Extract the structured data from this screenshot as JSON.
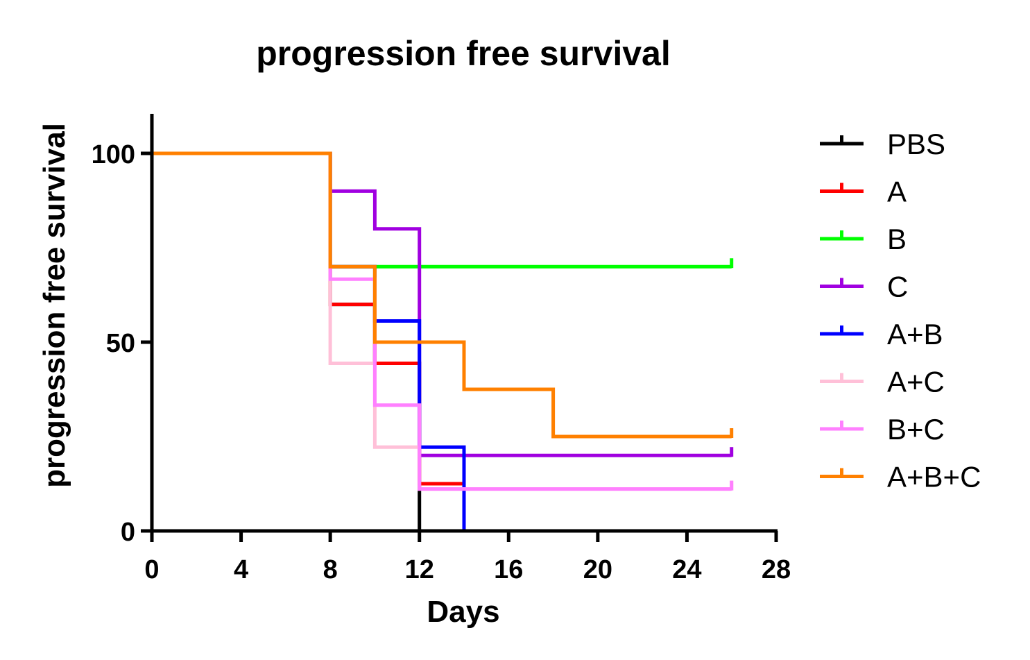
{
  "chart_data": {
    "type": "line",
    "subtype": "kaplan-meier step",
    "title": "progression free survival",
    "xlabel": "Days",
    "ylabel": "progression free survival",
    "xlim": [
      0,
      28
    ],
    "ylim": [
      0,
      110
    ],
    "x_ticks": [
      0,
      4,
      8,
      12,
      16,
      20,
      24,
      28
    ],
    "y_ticks": [
      0,
      50,
      100
    ],
    "legend_position": "right",
    "grid": false,
    "series": [
      {
        "name": "PBS",
        "color": "#000000",
        "points": [
          [
            0,
            100
          ],
          [
            8,
            100
          ],
          [
            8,
            60
          ],
          [
            10,
            60
          ],
          [
            10,
            44.4
          ],
          [
            12,
            44.4
          ],
          [
            12,
            0
          ]
        ],
        "censored": []
      },
      {
        "name": "A",
        "color": "#ff0000",
        "points": [
          [
            0,
            100
          ],
          [
            8,
            100
          ],
          [
            8,
            60
          ],
          [
            10,
            60
          ],
          [
            10,
            44.4
          ],
          [
            12,
            44.4
          ],
          [
            12,
            12.5
          ],
          [
            14,
            12.5
          ],
          [
            14,
            0
          ]
        ],
        "censored": []
      },
      {
        "name": "B",
        "color": "#00ff00",
        "points": [
          [
            0,
            100
          ],
          [
            8,
            100
          ],
          [
            8,
            70
          ],
          [
            26,
            70
          ]
        ],
        "censored": [
          [
            26,
            70
          ]
        ]
      },
      {
        "name": "C",
        "color": "#a000e0",
        "points": [
          [
            0,
            100
          ],
          [
            8,
            100
          ],
          [
            8,
            90
          ],
          [
            10,
            90
          ],
          [
            10,
            80
          ],
          [
            12,
            80
          ],
          [
            12,
            20
          ],
          [
            26,
            20
          ]
        ],
        "censored": [
          [
            26,
            20
          ]
        ]
      },
      {
        "name": "A+B",
        "color": "#0000ff",
        "points": [
          [
            0,
            100
          ],
          [
            8,
            100
          ],
          [
            8,
            70
          ],
          [
            10,
            70
          ],
          [
            10,
            55.6
          ],
          [
            12,
            55.6
          ],
          [
            12,
            22.2
          ],
          [
            14,
            22.2
          ],
          [
            14,
            0
          ]
        ],
        "censored": []
      },
      {
        "name": "A+C",
        "color": "#ffc0d8",
        "points": [
          [
            0,
            100
          ],
          [
            8,
            100
          ],
          [
            8,
            44.4
          ],
          [
            10,
            44.4
          ],
          [
            10,
            22.2
          ],
          [
            12,
            22.2
          ],
          [
            12,
            11.1
          ],
          [
            26,
            11.1
          ]
        ],
        "censored": [
          [
            26,
            11.1
          ]
        ]
      },
      {
        "name": "B+C",
        "color": "#ff80ff",
        "points": [
          [
            0,
            100
          ],
          [
            8,
            100
          ],
          [
            8,
            66.7
          ],
          [
            10,
            66.7
          ],
          [
            10,
            33.3
          ],
          [
            12,
            33.3
          ],
          [
            12,
            11.1
          ],
          [
            26,
            11.1
          ]
        ],
        "censored": [
          [
            26,
            11.1
          ]
        ]
      },
      {
        "name": "A+B+C",
        "color": "#ff8000",
        "points": [
          [
            0,
            100
          ],
          [
            8,
            100
          ],
          [
            8,
            70
          ],
          [
            10,
            70
          ],
          [
            10,
            50
          ],
          [
            14,
            50
          ],
          [
            14,
            37.5
          ],
          [
            18,
            37.5
          ],
          [
            18,
            25
          ],
          [
            26,
            25
          ]
        ],
        "censored": [
          [
            26,
            25
          ]
        ]
      }
    ]
  }
}
